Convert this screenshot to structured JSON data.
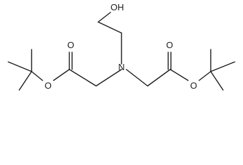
{
  "structure": {
    "atoms": {
      "hydroxyl_o": "OH",
      "amine_n": "N",
      "left_carbonyl_o": "O",
      "left_ester_o": "O",
      "right_carbonyl_o": "O",
      "right_ester_o": "O"
    },
    "colors": {
      "bond": "#1a1a1a",
      "text": "#1a1a1a",
      "background": "#ffffff"
    }
  }
}
